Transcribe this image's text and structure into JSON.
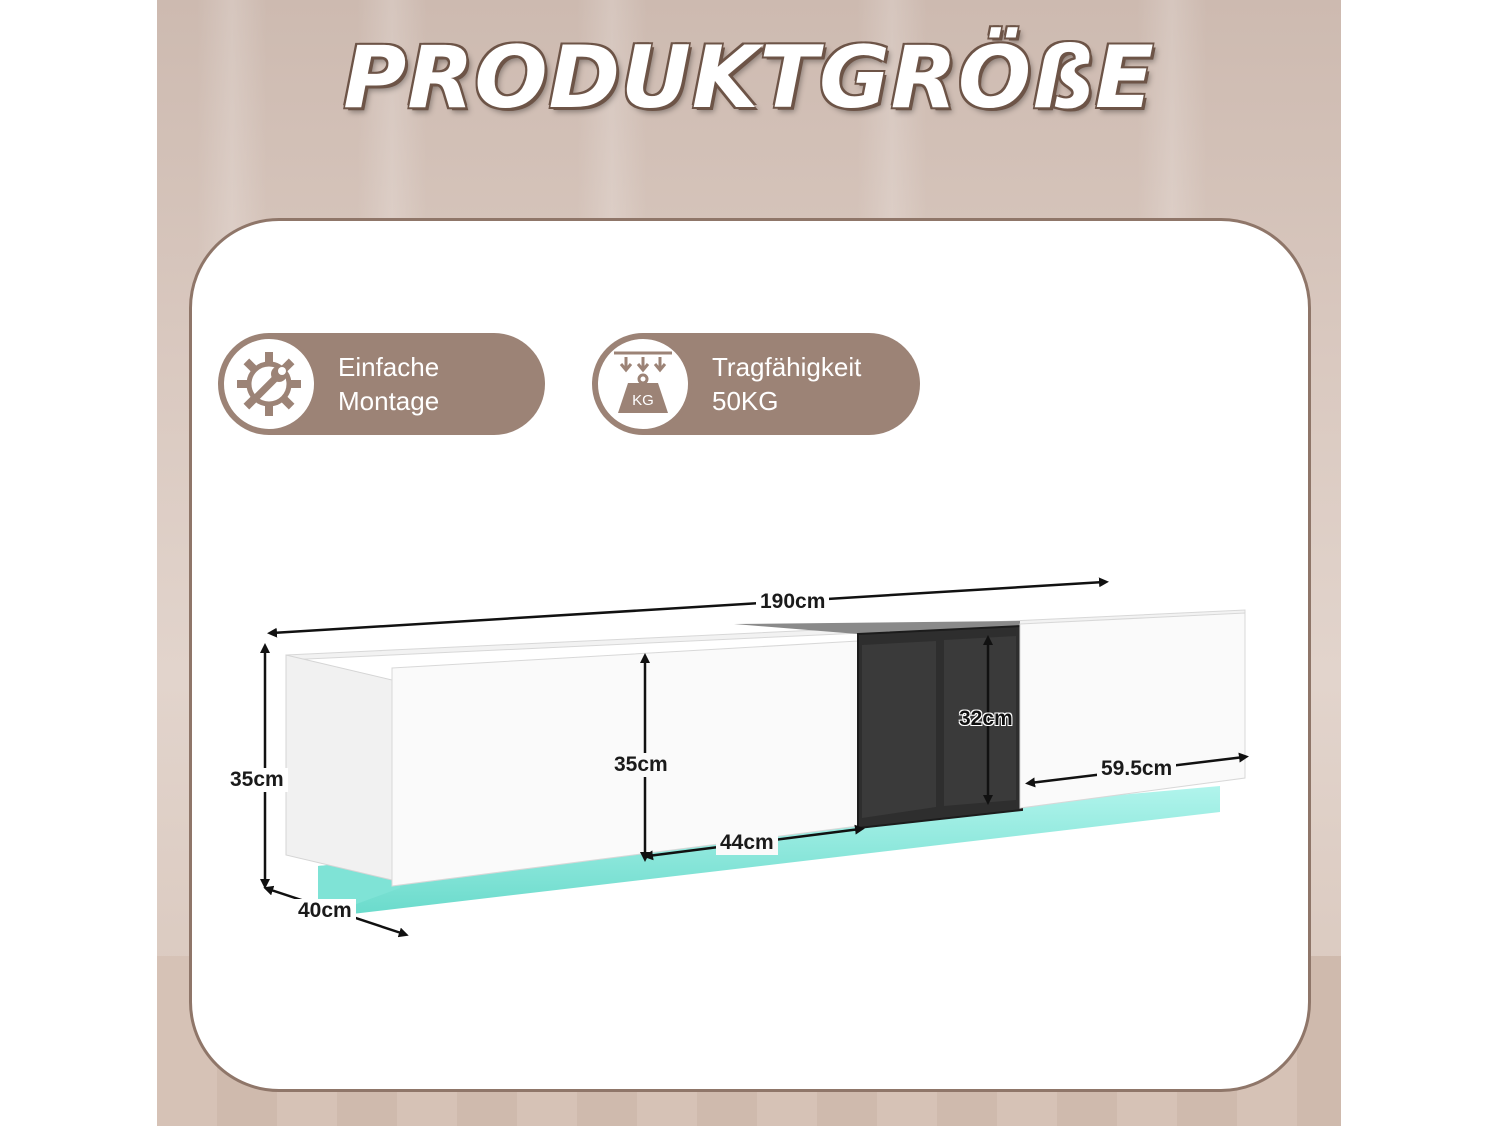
{
  "headline": "PRODUKTGRÖßE",
  "badges": [
    {
      "icon": "gear-wrench-icon",
      "line1": "Einfache",
      "line2": "Montage"
    },
    {
      "icon": "weight-kg-icon",
      "icon_text": "KG",
      "line1": "Tragfähigkeit",
      "line2": "50KG"
    }
  ],
  "dimensions": {
    "total_width": "190cm",
    "height_left": "35cm",
    "depth": "40cm",
    "height_door": "35cm",
    "door_width": "44cm",
    "shelf_height": "32cm",
    "right_width": "59.5cm"
  },
  "colors": {
    "accent": "#9c8376",
    "border": "#8f7669",
    "led": "#7fe3d6"
  }
}
